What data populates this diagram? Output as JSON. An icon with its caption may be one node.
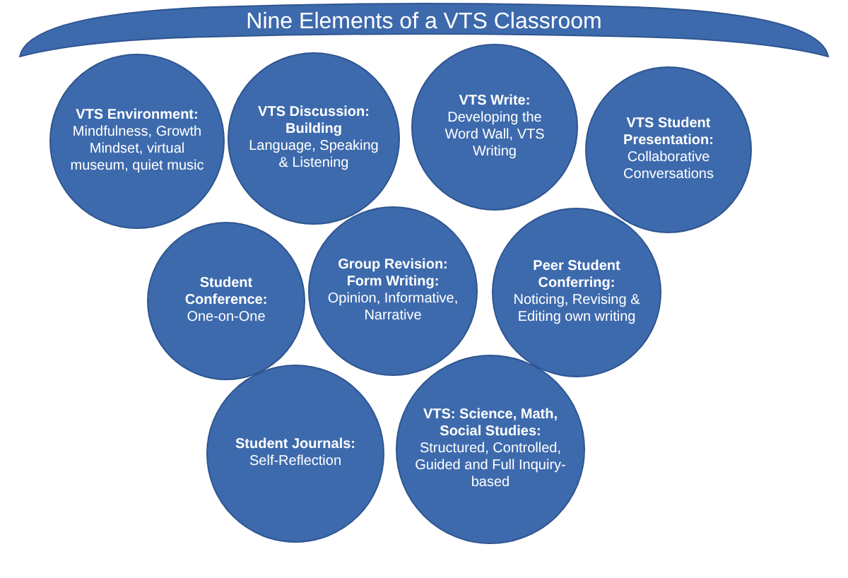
{
  "diagram": {
    "title": "Nine Elements of a VTS Classroom",
    "nodes": [
      {
        "text": [
          "VTS Environment:",
          "Mindfulness, Growth Mindset, virtual museum, quiet music"
        ]
      },
      {
        "text": [
          "VTS Discussion: Building",
          "Language, Speaking & Listening"
        ]
      },
      {
        "text": [
          "VTS Write:",
          "Developing the Word Wall, VTS Writing"
        ]
      },
      {
        "text": [
          "VTS Student Presentation:",
          "Collaborative Conversations"
        ]
      },
      {
        "text": [
          "Student Conference:",
          "One-on-One"
        ]
      },
      {
        "text": [
          "Group Revision: Form Writing:",
          "Opinion, Informative, Narrative"
        ]
      },
      {
        "text": [
          "Peer Student Conferring:",
          "Noticing, Revising & Editing own writing"
        ]
      },
      {
        "text": [
          "Student Journals:",
          "Self-Reflection"
        ]
      },
      {
        "text": [
          "VTS: Science, Math, Social Studies:",
          "Structured, Controlled, Guided and Full Inquiry-based"
        ]
      }
    ]
  }
}
